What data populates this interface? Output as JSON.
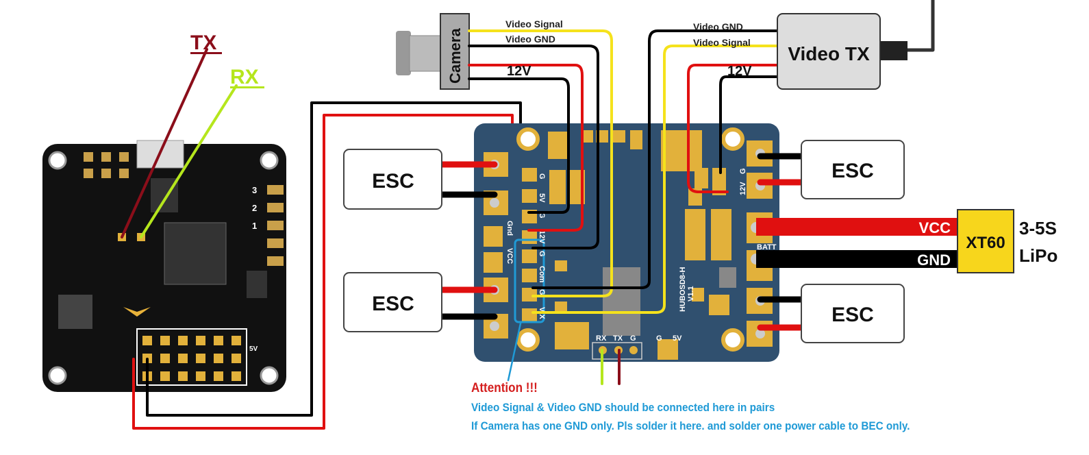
{
  "labels": {
    "tx": "TX",
    "rx": "RX",
    "camera": "Camera",
    "video_tx": "Video TX",
    "esc": "ESC",
    "xt60": "XT60",
    "battery_line1": "3-5S",
    "battery_line2": "LiPo",
    "vcc": "VCC",
    "gnd": "GND",
    "cam_video_signal": "Video Signal",
    "cam_video_gnd": "Video GND",
    "cam_12v": "12V",
    "vtx_video_gnd": "Video GND",
    "vtx_video_signal": "Video Signal",
    "vtx_12v": "12V"
  },
  "pdb_pads": {
    "left": [
      "G",
      "5V",
      "G",
      "12V",
      "G",
      "Com",
      "G",
      "VIX"
    ],
    "side": [
      "Gnd",
      "VCC"
    ],
    "bottom": [
      "RX",
      "TX",
      "G",
      "G",
      "5V"
    ],
    "right": [
      "12V",
      "G",
      "BATT"
    ],
    "board_name": "HUBOSD8-H",
    "board_version": "V1.1"
  },
  "fc_pads": [
    "3",
    "2",
    "1",
    "5V"
  ],
  "note": {
    "heading": "Attention !!!",
    "line1": "Video Signal & Video GND should be connected here in pairs",
    "line2": "If Camera has one GND only. Pls solder it here. and solder one power cable to BEC only."
  },
  "colors": {
    "tx_wire": "#8b0e1a",
    "rx_wire": "#b5e61d",
    "video_signal": "#f5e21c",
    "power": "#e01010",
    "ground": "#000000",
    "pcb_blue": "#30506f",
    "pad_gold": "#e2b13b",
    "note_blue": "#1f9ad6",
    "note_red": "#d41e1e",
    "xt60_yellow": "#f7d61c"
  }
}
